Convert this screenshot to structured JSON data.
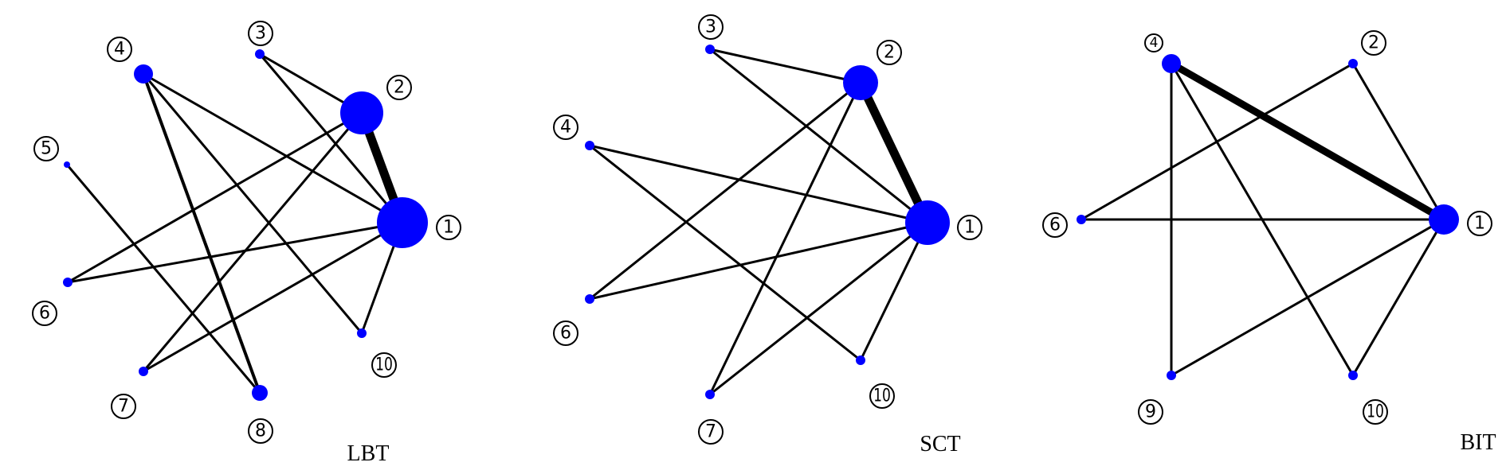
{
  "colors": {
    "node": "#0000ff",
    "edge": "#000000",
    "background": "#ffffff"
  },
  "panels": [
    {
      "id": "lbt",
      "title": "LBT",
      "nodes": [
        {
          "id": "1",
          "label": "1"
        },
        {
          "id": "2",
          "label": "2"
        },
        {
          "id": "3",
          "label": "3"
        },
        {
          "id": "4",
          "label": "4"
        },
        {
          "id": "5",
          "label": "5"
        },
        {
          "id": "6",
          "label": "6"
        },
        {
          "id": "7",
          "label": "7"
        },
        {
          "id": "8",
          "label": "8"
        },
        {
          "id": "10",
          "label": "10"
        }
      ],
      "edges": [
        {
          "from": "2",
          "to": "1"
        },
        {
          "from": "3",
          "to": "2"
        },
        {
          "from": "3",
          "to": "1"
        },
        {
          "from": "4",
          "to": "1"
        },
        {
          "from": "4",
          "to": "8"
        },
        {
          "from": "4",
          "to": "10"
        },
        {
          "from": "5",
          "to": "8"
        },
        {
          "from": "6",
          "to": "2"
        },
        {
          "from": "6",
          "to": "1"
        },
        {
          "from": "7",
          "to": "2"
        },
        {
          "from": "7",
          "to": "1"
        },
        {
          "from": "10",
          "to": "1"
        }
      ]
    },
    {
      "id": "sct",
      "title": "SCT",
      "nodes": [
        {
          "id": "1",
          "label": "1"
        },
        {
          "id": "2",
          "label": "2"
        },
        {
          "id": "3",
          "label": "3"
        },
        {
          "id": "4",
          "label": "4"
        },
        {
          "id": "6",
          "label": "6"
        },
        {
          "id": "7",
          "label": "7"
        },
        {
          "id": "10",
          "label": "10"
        }
      ],
      "edges": [
        {
          "from": "2",
          "to": "1"
        },
        {
          "from": "3",
          "to": "2"
        },
        {
          "from": "3",
          "to": "1"
        },
        {
          "from": "4",
          "to": "1"
        },
        {
          "from": "4",
          "to": "10"
        },
        {
          "from": "6",
          "to": "2"
        },
        {
          "from": "6",
          "to": "1"
        },
        {
          "from": "7",
          "to": "2"
        },
        {
          "from": "7",
          "to": "1"
        },
        {
          "from": "10",
          "to": "1"
        }
      ]
    },
    {
      "id": "bit",
      "title": "BIT",
      "nodes": [
        {
          "id": "1",
          "label": "1"
        },
        {
          "id": "2",
          "label": "2"
        },
        {
          "id": "4",
          "label": "4"
        },
        {
          "id": "6",
          "label": "6"
        },
        {
          "id": "9",
          "label": "9"
        },
        {
          "id": "10",
          "label": "10"
        }
      ],
      "edges": [
        {
          "from": "4",
          "to": "1"
        },
        {
          "from": "4",
          "to": "9"
        },
        {
          "from": "4",
          "to": "10"
        },
        {
          "from": "2",
          "to": "6"
        },
        {
          "from": "2",
          "to": "1"
        },
        {
          "from": "6",
          "to": "1"
        },
        {
          "from": "9",
          "to": "1"
        },
        {
          "from": "10",
          "to": "1"
        }
      ]
    }
  ]
}
